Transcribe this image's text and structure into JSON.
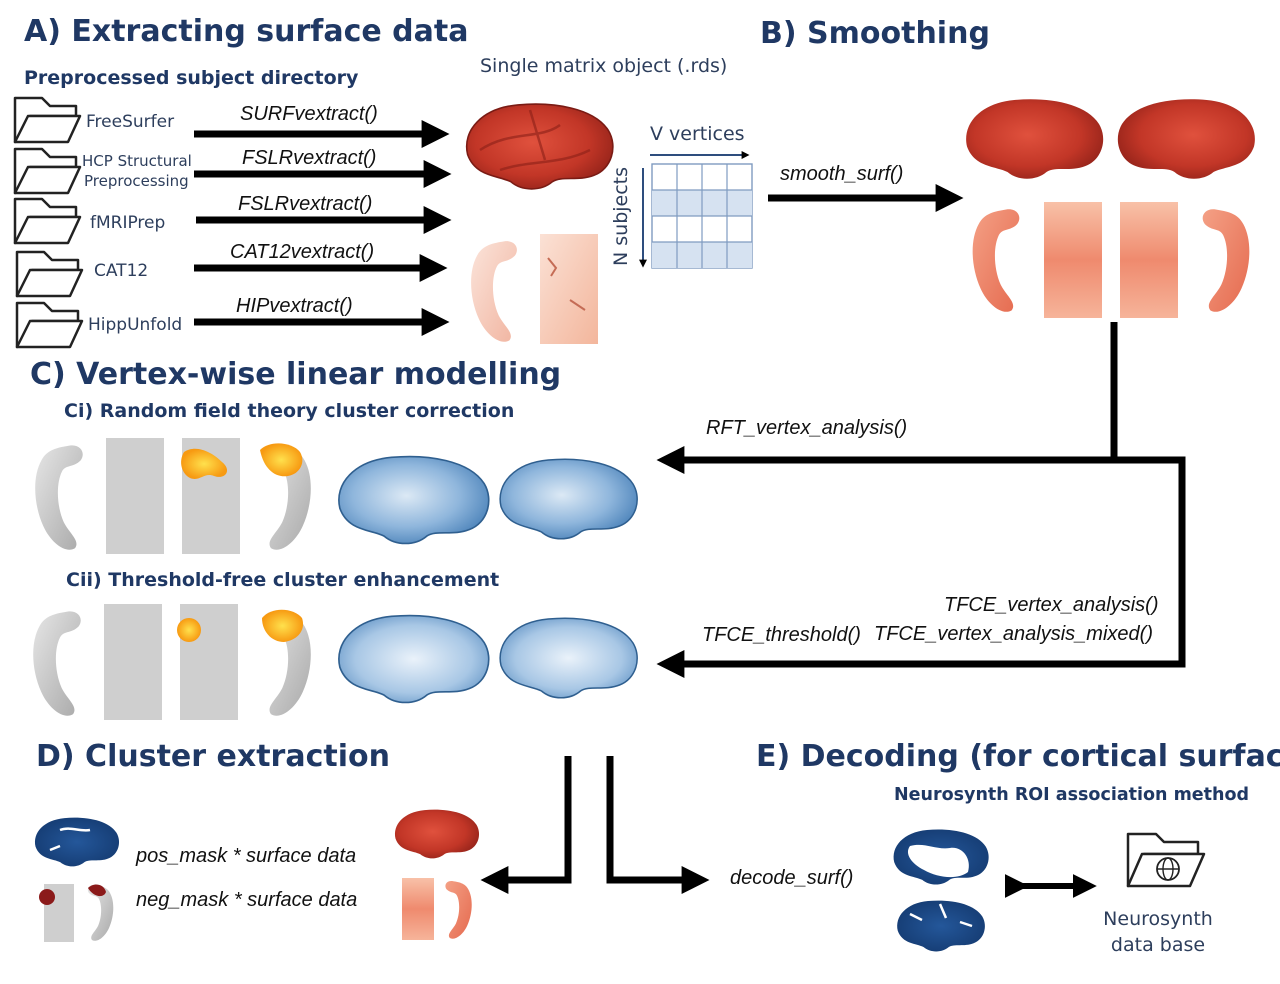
{
  "sections": {
    "a": "A) Extracting surface data",
    "b": "B) Smoothing",
    "c": "C) Vertex-wise linear modelling",
    "d": "D) Cluster extraction",
    "e": "E) Decoding (for cortical surface)"
  },
  "subtitles": {
    "preprocessed": "Preprocessed subject directory",
    "matrix": "Single matrix object (.rds)",
    "ci": "Ci) Random field theory cluster correction",
    "cii": "Cii) Threshold-free cluster enhancement",
    "neurosynth_method": "Neurosynth ROI association method"
  },
  "folders": [
    "FreeSurfer",
    "HCP Structural",
    "Preprocessing",
    "fMRIPrep",
    "CAT12",
    "HippUnfold"
  ],
  "functions": {
    "surf": "SURFvextract()",
    "fslr1": "FSLRvextract()",
    "fslr2": "FSLRvextract()",
    "cat12": "CAT12vextract()",
    "hip": "HIPvextract()",
    "smooth": "smooth_surf()",
    "rft": "RFT_vertex_analysis()",
    "tfce": "TFCE_vertex_analysis()",
    "tfce_thr": "TFCE_threshold()",
    "tfce_mixed": "TFCE_vertex_analysis_mixed()",
    "pos": "pos_mask * surface data",
    "neg": "neg_mask * surface data",
    "decode": "decode_surf()"
  },
  "matrix": {
    "v_label": "V vertices",
    "n_label": "N subjects"
  },
  "neurosynth_db": [
    "Neurosynth",
    "data base"
  ],
  "colors": {
    "heading": "#1f3864",
    "brain_red": "#c8392b",
    "brain_blue": "#5a8fc4",
    "mask_navy": "#1b4783",
    "cluster_orange": "#f7a21b",
    "neg_red": "#8b1a1a"
  },
  "icons": [
    "folder-icon",
    "globe-folder-icon"
  ]
}
